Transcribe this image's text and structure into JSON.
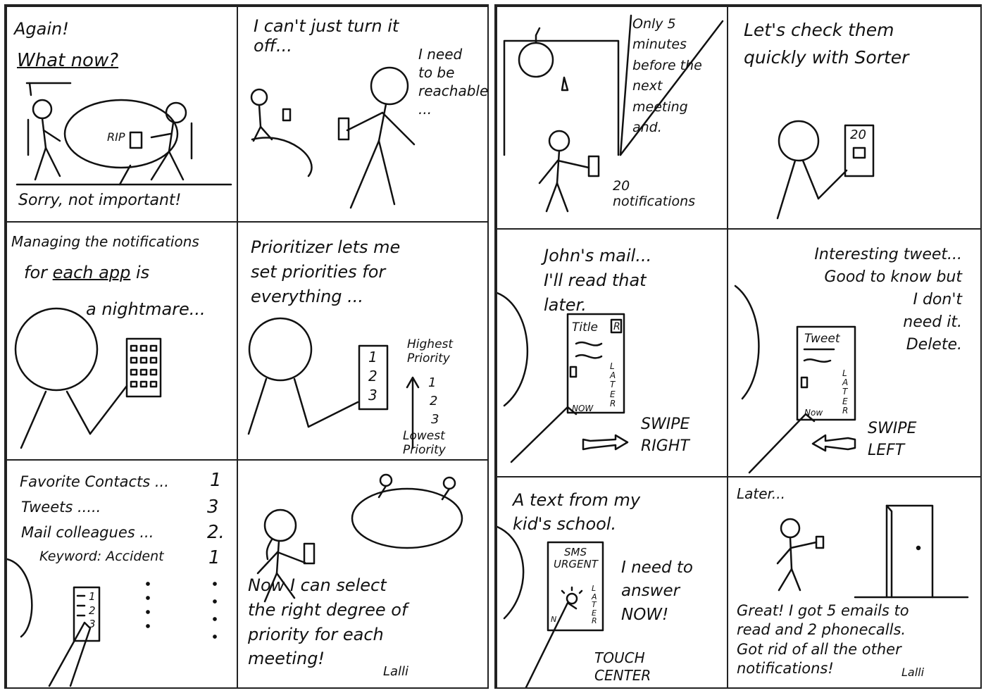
{
  "left_sheet": {
    "p1": {
      "line1": "Again!",
      "line2": "What now?",
      "bottom": "Sorry, not important!"
    },
    "p2": {
      "text1": "I can't just turn it\noff...",
      "text2": "I need\nto be\nreachable\n..."
    },
    "p3": {
      "text1": "Managing the notifications",
      "text2_pre": "for ",
      "text2_u": "each app",
      "text2_post": " is",
      "text3": "a nightmare..."
    },
    "p4": {
      "text": "Prioritizer   lets me\nset priorities for\neverything ...",
      "highest": "Highest\nPriority",
      "n1": "1",
      "n2": "2",
      "n3": "3",
      "lowest": "Lowest\nPriority",
      "phone": "1\n2\n3"
    },
    "p5": {
      "rows": [
        {
          "label": "Favorite Contacts ...",
          "value": "1"
        },
        {
          "label": "Tweets  .....",
          "value": "3"
        },
        {
          "label": "Mail colleagues ...",
          "value": "2."
        },
        {
          "label": "Keyword: Accident",
          "value": "1"
        }
      ],
      "phone": "1\n2\n3"
    },
    "p6": {
      "text": "Now I can select\nthe right degree of\npriority for each\nmeeting!",
      "signature": "Lalli"
    }
  },
  "right_sheet": {
    "p1": {
      "text1": "Only 5\nminutes\nbefore the\nnext\nmeeting\nand.",
      "text2": "20\nnotifications"
    },
    "p2": {
      "text": "Let's check them\nquickly with Sorter",
      "phone": "20"
    },
    "p3": {
      "text": "John's mail...\nI'll read that\nlater.",
      "title": "Title",
      "badge": "R",
      "later": "LATER",
      "now": "NOW",
      "swipe": "SWIPE\nRIGHT"
    },
    "p4": {
      "text": "Interesting tweet...\nGood to know but\nI don't\nneed it.\nDelete.",
      "title": "Tweet",
      "later": "LATER",
      "now": "Now",
      "swipe": "SWIPE\nLEFT"
    },
    "p5": {
      "text": "A text from my\nkid's school.",
      "card_title": "SMS\nURGENT",
      "need": "I need to\nanswer\nNOW!",
      "touch": "TOUCH\nCENTER",
      "later": "LATER",
      "now": "N"
    },
    "p6": {
      "text1": "Later...",
      "text2": "Great! I got 5 emails to\nread and 2 phonecalls.\nGot rid of all the other\nnotifications!",
      "signature": "Lalli"
    }
  }
}
